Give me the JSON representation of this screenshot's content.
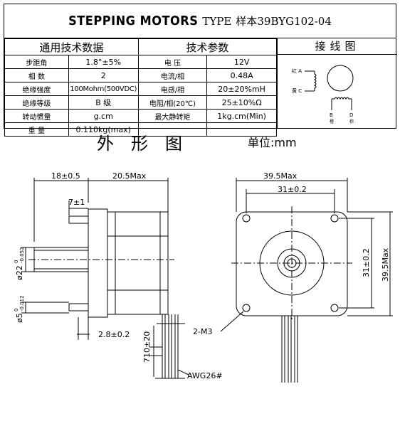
{
  "header": {
    "title": "STEPPING MOTORS",
    "type_label": "TYPE",
    "model": "样本39BYG102-04"
  },
  "general_specs": {
    "title": "通用技术数据",
    "rows": [
      {
        "label": "步距角",
        "value": "1.8°±5%"
      },
      {
        "label": "相  数",
        "value": "2"
      },
      {
        "label": "绝缘强度",
        "value": "100Mohm(500VDC)"
      },
      {
        "label": "绝缘等级",
        "value": "B  级"
      },
      {
        "label": "转动惯量",
        "value": "g.cm"
      },
      {
        "label": "重  量",
        "value": "0.110kg(max)"
      }
    ]
  },
  "tech_params": {
    "title": "技术参数",
    "rows": [
      {
        "label": "电  压",
        "value": "12V"
      },
      {
        "label": "电流/相",
        "value": "0.48A"
      },
      {
        "label": "电感/相",
        "value": "20±20%mH"
      },
      {
        "label": "电阻/相(20℃)",
        "value": "25±10%Ω"
      },
      {
        "label": "最大静转矩",
        "value": "1kg.cm(Min)"
      },
      {
        "label": "",
        "value": ""
      }
    ]
  },
  "wiring": {
    "title": "接线图",
    "label_a": "红 A",
    "label_c": "黄 C",
    "label_b": "B",
    "label_b_color": "橙",
    "label_d": "D",
    "label_d_color": "棕"
  },
  "drawing": {
    "title": "外形图",
    "unit": "单位:mm",
    "dims": {
      "shaft_len": "18±0.5",
      "body_len": "20.5Max",
      "flange_len": "7±1",
      "shaft_dia": "ø22",
      "shaft_tol_top": "0",
      "shaft_tol_bot": "-0.052",
      "small_dia": "ø5",
      "small_tol_top": "0",
      "small_tol_bot": "-0.012",
      "boss_len": "2.8±0.2",
      "lead_len": "710±20",
      "awg": "AWG26#",
      "width_max": "39.5Max",
      "hole_pitch": "31±0.2",
      "hole_pitch_v": "31±0.2",
      "height_max": "39.5Max",
      "screw": "2-M3"
    }
  }
}
